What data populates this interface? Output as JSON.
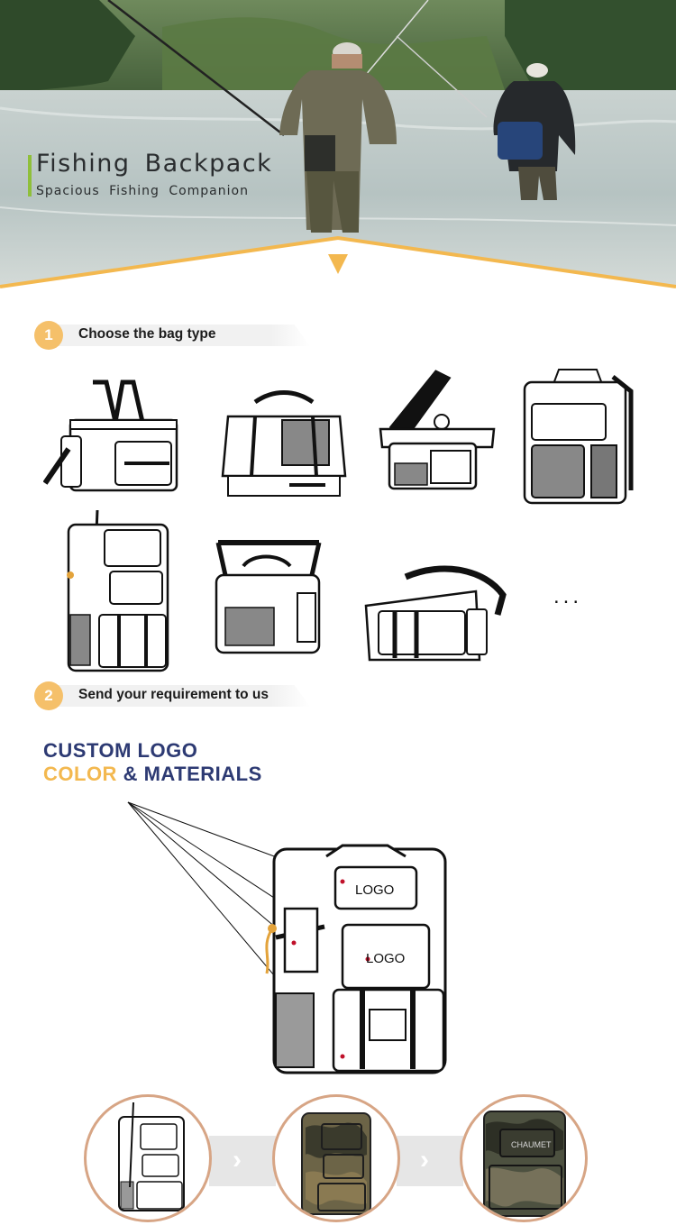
{
  "hero": {
    "title": "Fishing Backpack",
    "subtitle": "Spacious Fishing Companion"
  },
  "steps": [
    {
      "number": "1",
      "label": "Choose the bag type"
    },
    {
      "number": "2",
      "label": "Send your requirement to us"
    }
  ],
  "more": "...",
  "custom": {
    "line1": "CUSTOM LOGO",
    "line2_accent": "COLOR",
    "line2_rest": " & MATERIALS",
    "logo_label_top": "LOGO",
    "logo_label_mid": "LOGO"
  },
  "bottom": {
    "brand_text": "CHAUMET"
  },
  "colors": {
    "step_circle": "#f5c06a",
    "heading_navy": "#2d3a73",
    "heading_accent": "#f3b84f",
    "hero_border": "#f3b84f",
    "circle_border": "#d7a585"
  }
}
